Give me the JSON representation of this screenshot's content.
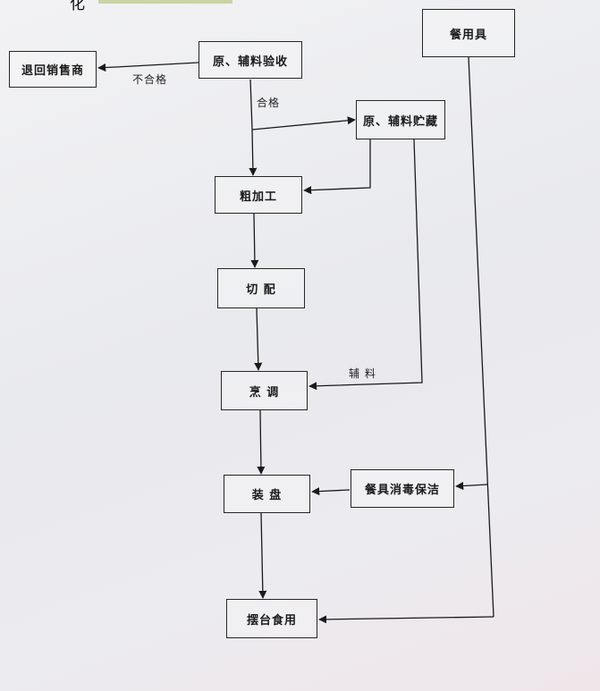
{
  "nodes": {
    "tuihui": "退回销售商",
    "yanshou": "原、辅料验收",
    "canyongju": "餐用具",
    "zhucang": "原、辅料贮藏",
    "cujiagong": "粗加工",
    "qiepei": "切 配",
    "pengtiao": "烹 调",
    "xiaodu": "餐具消毒保洁",
    "zhuangpan": "装 盘",
    "baitai": "摆台食用"
  },
  "edge_labels": {
    "buhege": "不合格",
    "hege": "合格",
    "fuliao": "辅 料"
  },
  "top_fragment": "化"
}
